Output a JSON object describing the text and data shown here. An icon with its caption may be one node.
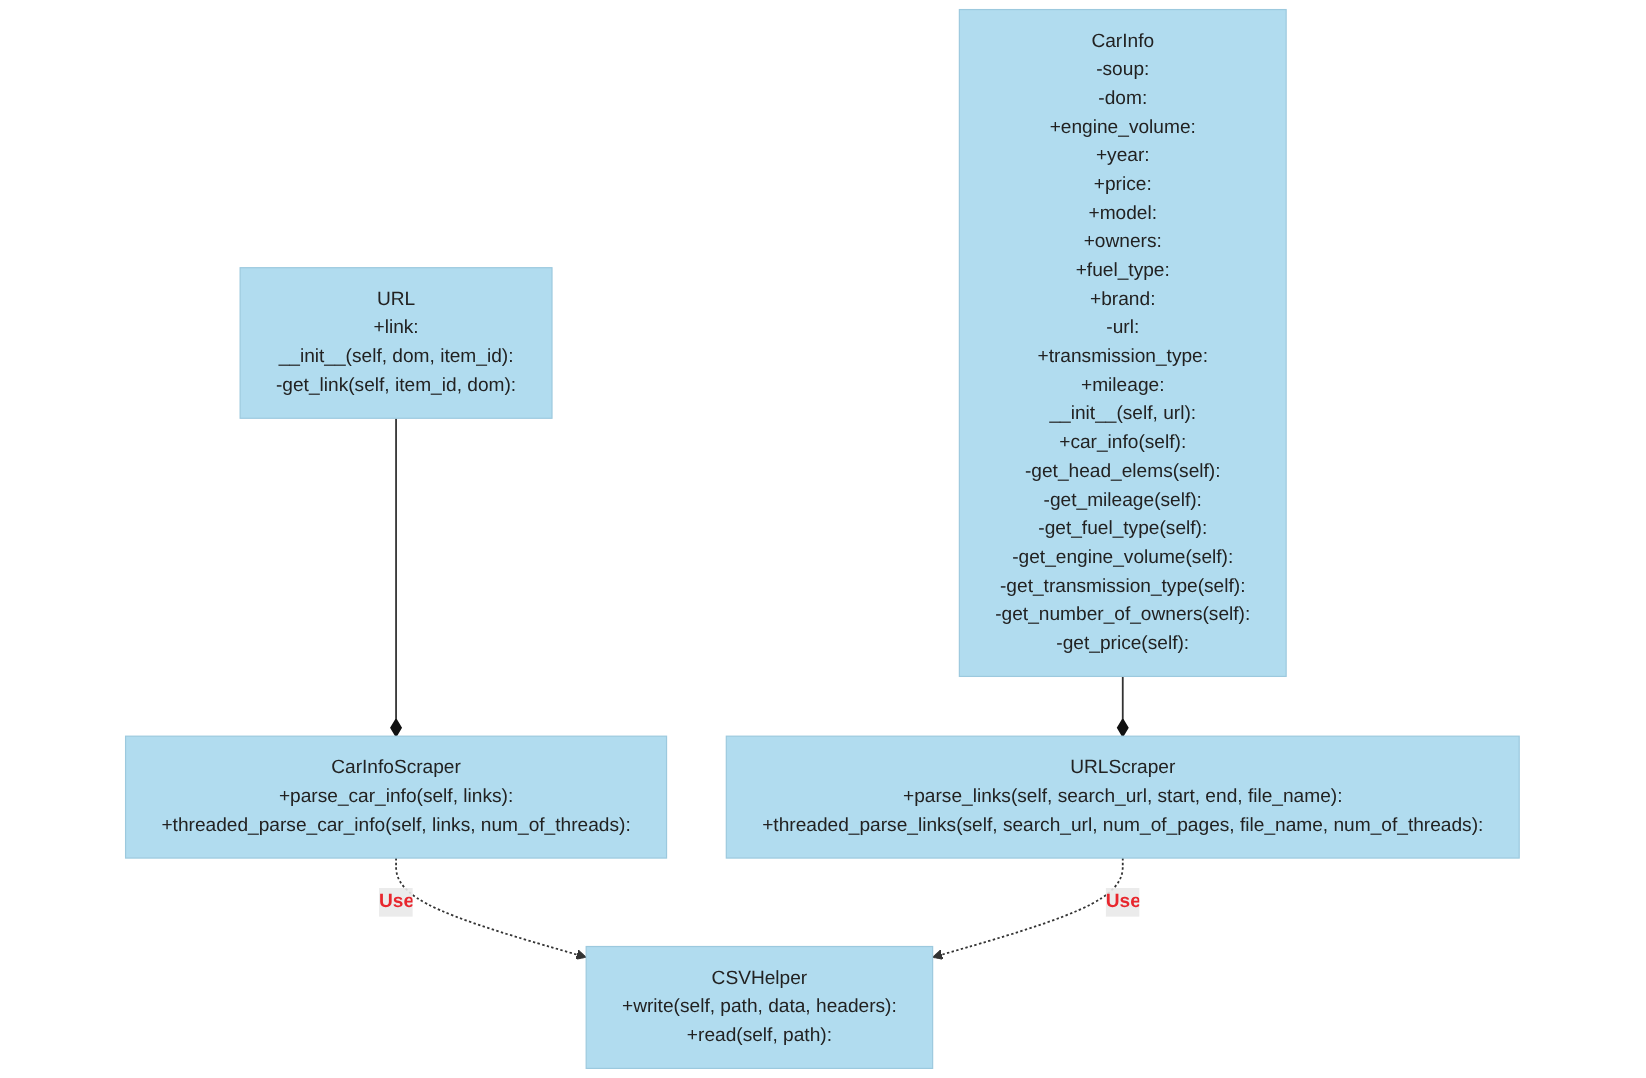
{
  "diagram": {
    "nodes": [
      {
        "text": [
          "CarInfoScraper",
          "+parse_car_info(self, links):",
          "+threaded_parse_car_info(self, links, num_of_threads):"
        ]
      },
      {
        "text": [
          "CarInfo",
          "-soup:",
          "-dom:",
          "+engine_volume:",
          "+year:",
          "+price:",
          "+model:",
          "+owners:",
          "+fuel_type:",
          "+brand:",
          "-url:",
          "+transmission_type:",
          "+mileage:",
          "__init__(self, url):",
          "+car_info(self):",
          "-get_head_elems(self):",
          "-get_mileage(self):",
          "-get_fuel_type(self):",
          "-get_engine_volume(self):",
          "-get_transmission_type(self):",
          "-get_number_of_owners(self):",
          "-get_price(self):"
        ]
      },
      {
        "text": [
          "CSVHelper",
          "+write(self, path, data, headers):",
          "+read(self, path):"
        ]
      },
      {
        "text": [
          "URL",
          "+link:",
          "__init__(self, dom, item_id):",
          "-get_link(self, item_id, dom):"
        ]
      },
      {
        "text": [
          "URLScraper",
          "+parse_links(self, search_url, start, end, file_name):",
          "+threaded_parse_links(self, search_url, num_of_pages, file_name, num_of_threads):"
        ]
      }
    ],
    "edges": [
      {
        "from": 0,
        "to": 2,
        "arrow": "to",
        "label": "Use",
        "style": "dashed"
      },
      {
        "from": 3,
        "to": 0,
        "arrow": "other"
      },
      {
        "from": 4,
        "to": 2,
        "arrow": "to",
        "label": "Use",
        "style": "dashed"
      },
      {
        "from": 1,
        "to": 4,
        "arrow": "other"
      }
    ]
  }
}
